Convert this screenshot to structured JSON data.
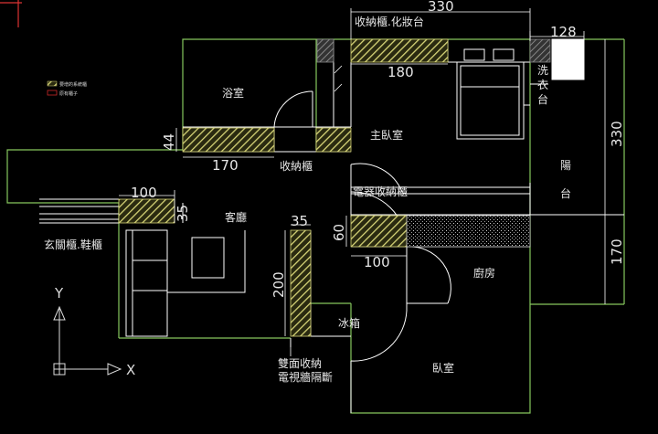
{
  "rooms": {
    "bathroom": "浴室",
    "master_bedroom": "主臥室",
    "living_room": "客廳",
    "kitchen": "廚房",
    "bedroom": "臥室",
    "balcony_1": "陽",
    "balcony_2": "台",
    "laundry_1": "洗",
    "laundry_2": "衣",
    "laundry_3": "台"
  },
  "labels": {
    "storage_vanity": "收納櫃.化妝台",
    "storage_cabinet": "收納櫃",
    "appliance_storage": "電器收納櫃",
    "entry_shoe_cabinet": "玄關櫃.鞋櫃",
    "fridge": "冰箱",
    "double_storage_1": "雙面收納",
    "double_storage_2": "電視牆隔斷"
  },
  "dimensions": {
    "d330_top": "330",
    "d128": "128",
    "d180": "180",
    "d44": "44",
    "d170_left": "170",
    "d330_right": "330",
    "d100_top": "100",
    "d35_a": "35",
    "d35_b": "35",
    "d60": "60",
    "d100_mid": "100",
    "d200": "200",
    "d170_right": "170"
  },
  "legend": {
    "item1": "要增的系統櫃",
    "item2": "原有櫃子"
  },
  "axes": {
    "y": "Y",
    "x": "X"
  },
  "colors": {
    "wall": "#86c75e",
    "cabinet": "#d6d477",
    "line": "#ffffff",
    "legend_red": "#cc2a2a"
  }
}
